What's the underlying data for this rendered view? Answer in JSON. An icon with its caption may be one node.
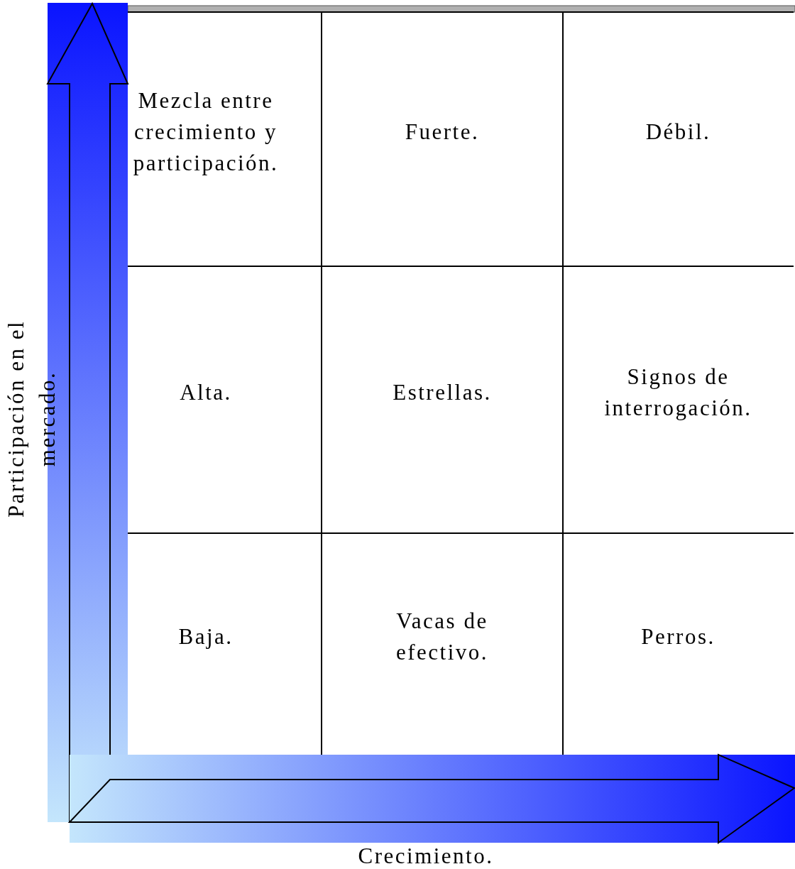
{
  "diagram": {
    "labels": [
      "Mezcla entre crecimiento y participación.",
      "Fuerte.",
      "Débil.",
      "Alta.",
      "Estrellas.",
      "Signos de interrogación.",
      "Baja.",
      "Vacas de efectivo.",
      "Perros.",
      "Participación en el mercado.",
      "Crecimiento."
    ]
  }
}
